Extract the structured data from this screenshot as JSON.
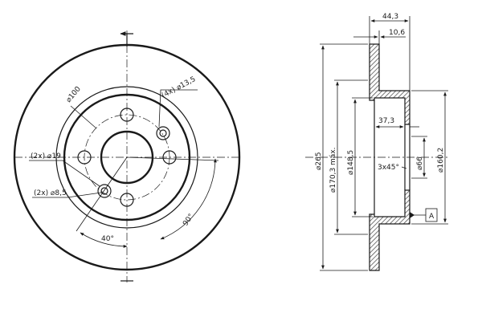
{
  "front_view": {
    "bolt_holes": "(4x) ⌀13,5",
    "pcd": "⌀100",
    "pilot_holes": "(2x) ⌀19",
    "locating_holes": "(2x) ⌀8,5",
    "angle_90": "90°",
    "angle_40": "40°"
  },
  "side_view": {
    "overall_thickness": "44,3",
    "disc_thickness": "10,6",
    "outer_diameter": "⌀265",
    "max_friction_diameter": "⌀170,3 máx.",
    "inner_diameter": "⌀148,5",
    "hat_depth": "37,3",
    "chamfer": "3x45°",
    "center_bore": "⌀66",
    "hat_diameter": "⌀160,2",
    "datum": "A"
  },
  "colors": {
    "line": "#1a1a1a",
    "background": "#ffffff"
  }
}
